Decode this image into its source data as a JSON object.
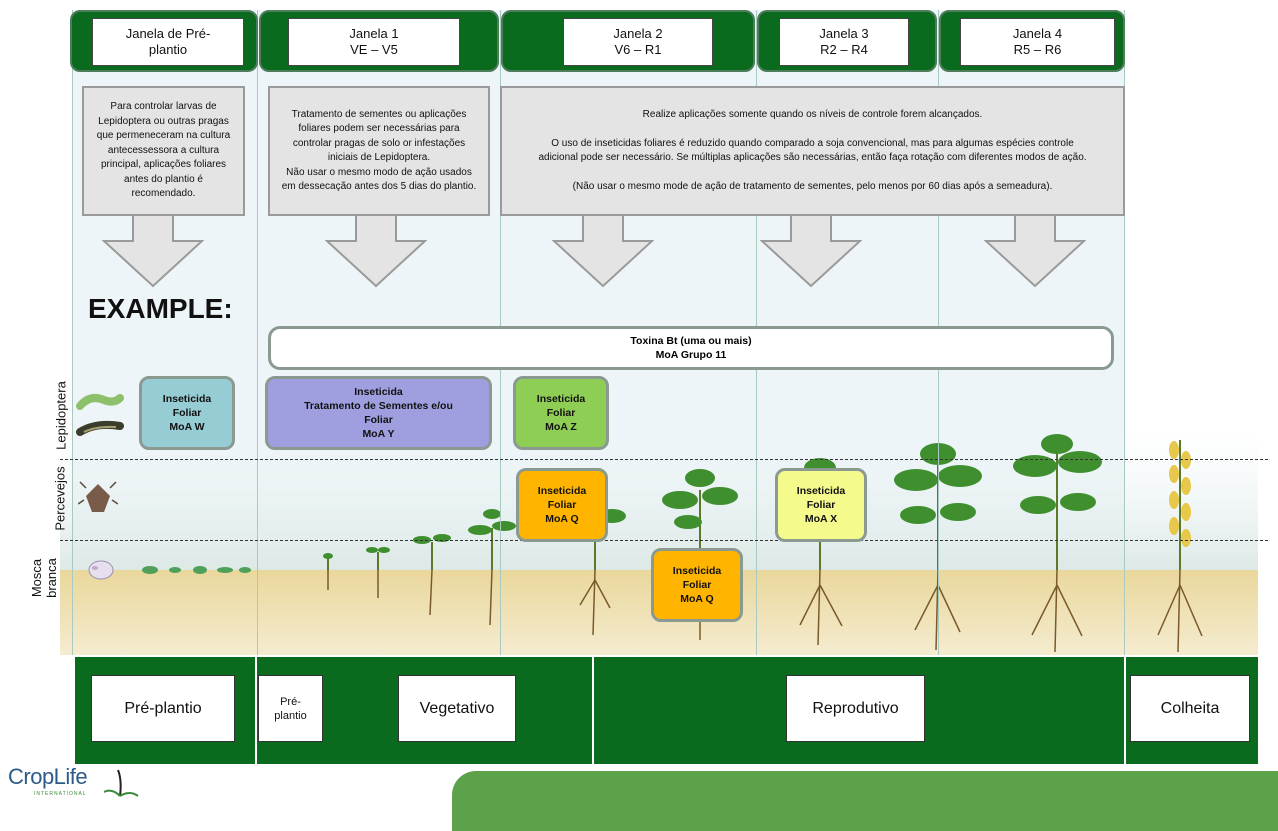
{
  "windows": [
    {
      "label": "Janela de Pré-\nplantio"
    },
    {
      "label": "Janela  1\nVE – V5"
    },
    {
      "label": "Janela  2\nV6 – R1"
    },
    {
      "label": "Janela  3\nR2 – R4"
    },
    {
      "label": "Janela  4\nR5 – R6"
    }
  ],
  "notes": {
    "preplant": "Para controlar larvas de Lepidoptera ou outras pragas que permeneceram na cultura antecessessora a cultura principal, aplicações foliares antes do plantio é recomendado.",
    "window1": "Tratamento de sementes ou aplicações foliares podem ser necessárias para controlar pragas de solo or infestações iniciais de Lepidoptera.\nNão usar o mesmo modo de ação usados em dessecação antes dos 5 dias do plantio.",
    "window234": "Realize aplicações somente quando os níveis de controle forem alcançados.\n\nO uso de inseticidas foliares é reduzido quando comparado a soja convencional, mas para algumas espécies controle adicional pode ser necessário. Se múltiplas aplicações são necessárias, então faça rotação com diferentes modos de ação.\n\n(Não usar o mesmo mode de ação de tratamento de sementes, pelo menos por 60 dias após a semeadura)."
  },
  "example_heading": "EXAMPLE:",
  "bt_toxin": "Toxina Bt (uma ou mais)\nMoA Grupo 11",
  "pest_labels": {
    "lepidoptera": "Lepidoptera",
    "percevejos": "Percevejos",
    "mosca_branca": "Mosca\nbranca"
  },
  "treatments": [
    {
      "text": "Inseticida\nFoliar\nMoA W",
      "color": "#96ccd3"
    },
    {
      "text": "Inseticida\nTratamento de Sementes e/ou\nFoliar\nMoA Y",
      "color": "#9f9fe0"
    },
    {
      "text": "Inseticida\nFoliar\nMoA Z",
      "color": "#8fce54"
    },
    {
      "text": "Inseticida\nFoliar\nMoA Q",
      "color": "#ffb400"
    },
    {
      "text": "Inseticida\nFoliar\nMoA X",
      "color": "#f5fa8c"
    },
    {
      "text": "Inseticida\nFoliar\nMoA Q",
      "color": "#ffb400"
    }
  ],
  "phases": [
    {
      "label": "Pré-plantio"
    },
    {
      "label": "Pré-\nplantio"
    },
    {
      "label": "Vegetativo"
    },
    {
      "label": "Reprodutivo"
    },
    {
      "label": "Colheita"
    }
  ],
  "logo": {
    "name": "CropLife",
    "sub": "INTERNATIONAL"
  },
  "colors": {
    "dark_green": "#0a6a1e",
    "footer_green": "#5ba24a",
    "note_gray": "#e4e4e4"
  }
}
